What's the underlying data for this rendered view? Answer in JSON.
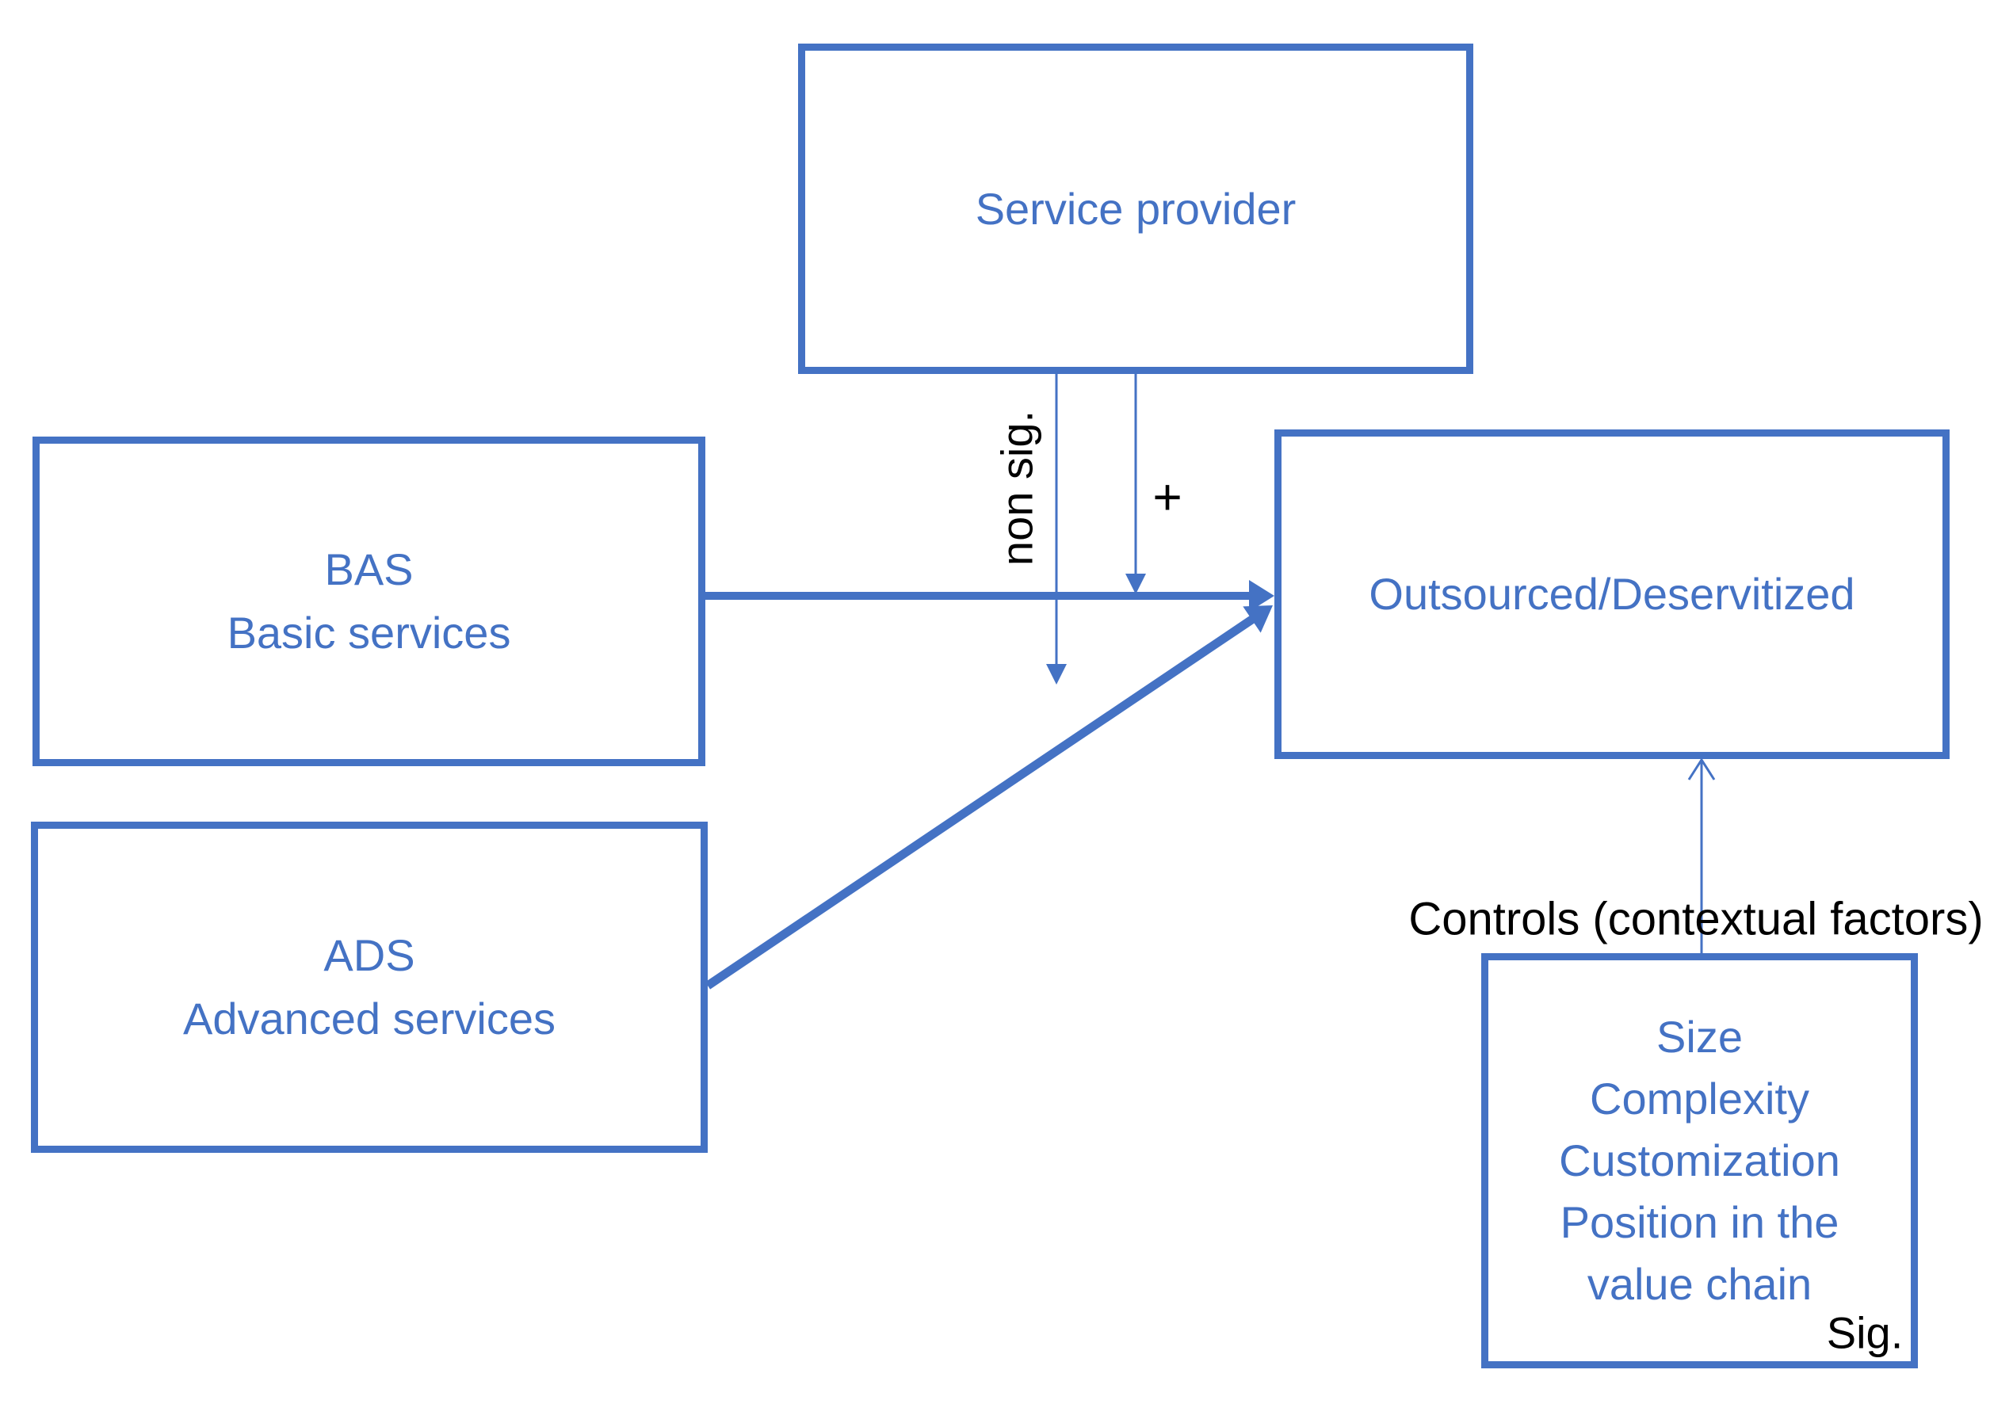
{
  "colors": {
    "accent": "#4472C4",
    "label_text": "#000000",
    "background": "#FFFFFF"
  },
  "boxes": {
    "service_provider": {
      "label": "Service provider"
    },
    "bas": {
      "abbr": "BAS",
      "name": "Basic services"
    },
    "ads": {
      "abbr": "ADS",
      "name": "Advanced services"
    },
    "outsourced": {
      "label": "Outsourced/Deservitized"
    },
    "controls": {
      "lines": [
        "Size",
        "Complexity",
        "Customization",
        "Position in the",
        "value chain"
      ],
      "sig_label": "Sig."
    }
  },
  "annotations": {
    "non_sig": "non sig.",
    "plus": "+",
    "controls_heading": "Controls (contextual factors)"
  }
}
